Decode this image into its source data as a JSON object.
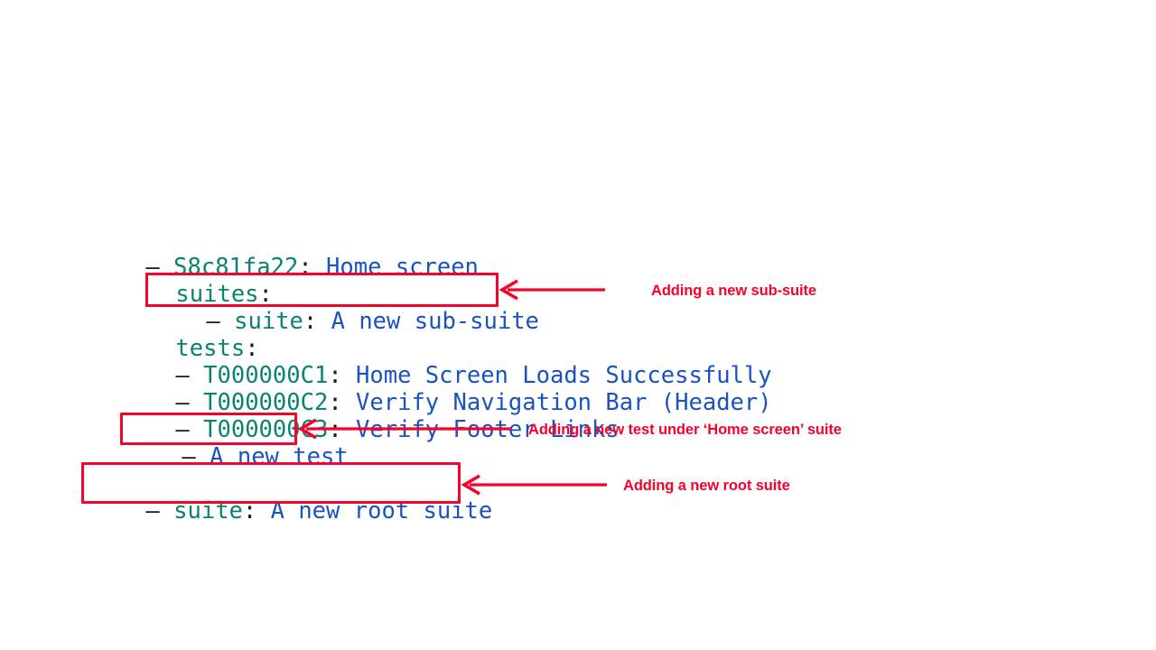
{
  "theme": {
    "background": "#ffffff",
    "key_color": "#0b8273",
    "value_color": "#1a53c0",
    "punct_color": "#1c1c1c",
    "annotation_color": "#f5032b"
  },
  "tree": {
    "lines": [
      {
        "id": "root-suite-home-screen",
        "indent": 0,
        "bullet": "–",
        "key": "S8c81fa22",
        "colon": ":",
        "value": "Home screen"
      },
      {
        "id": "suites-label",
        "indent": 1,
        "bullet": "",
        "key": "suites",
        "colon": ":",
        "value": ""
      },
      {
        "id": "sub-suite-new",
        "indent": 2,
        "bullet": "–",
        "key": "suite",
        "colon": ":",
        "value": "A new sub-suite"
      },
      {
        "id": "tests-label",
        "indent": 1,
        "bullet": "",
        "key": "tests",
        "colon": ":",
        "value": ""
      },
      {
        "id": "test-c1",
        "indent": 1,
        "bullet": "–",
        "key": "T000000C1",
        "colon": ":",
        "value": "Home Screen Loads Successfully"
      },
      {
        "id": "test-c2",
        "indent": 1,
        "bullet": "–",
        "key": "T000000C2",
        "colon": ":",
        "value": "Verify Navigation Bar (Header)"
      },
      {
        "id": "test-c3",
        "indent": 1,
        "bullet": "–",
        "key": "T000000C3",
        "colon": ":",
        "value": "Verify Footer Links"
      },
      {
        "id": "test-new",
        "indent": 1,
        "bullet": "–",
        "key": "",
        "colon": "",
        "value": "A new test"
      },
      {
        "id": "root-suite-new",
        "indent": 0,
        "bullet": "–",
        "key": "suite",
        "colon": ":",
        "value": "A new root suite"
      }
    ]
  },
  "annotations": [
    {
      "id": "annot-sub-suite",
      "text": "Adding a new sub-suite",
      "target": "sub-suite-new"
    },
    {
      "id": "annot-new-test",
      "text": "Adding a new test under ‘Home screen’ suite",
      "target": "test-new"
    },
    {
      "id": "annot-root-suite",
      "text": "Adding a new root suite",
      "target": "root-suite-new"
    }
  ]
}
